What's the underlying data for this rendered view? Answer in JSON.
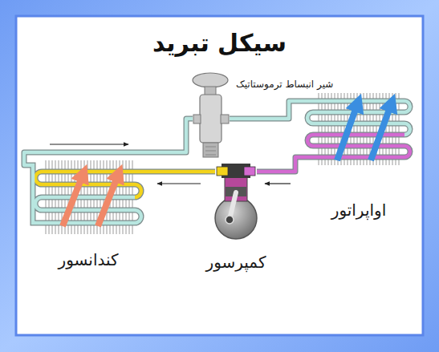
{
  "diagram": {
    "title": "سیکل تبرید",
    "nodes": [
      {
        "text": [
          "شیر انبساط ترموستاتیک"
        ]
      },
      {
        "text": [
          "اواپراتور"
        ]
      },
      {
        "text": [
          "کمپرسور"
        ]
      },
      {
        "text": [
          "کندانسور"
        ]
      }
    ],
    "edges": [
      {
        "from": 2,
        "to": 3,
        "arrow": "none"
      },
      {
        "from": 3,
        "to": 0,
        "arrow": "none"
      },
      {
        "from": 0,
        "to": 1,
        "arrow": "none"
      },
      {
        "from": 1,
        "to": 2,
        "arrow": "none"
      }
    ]
  }
}
